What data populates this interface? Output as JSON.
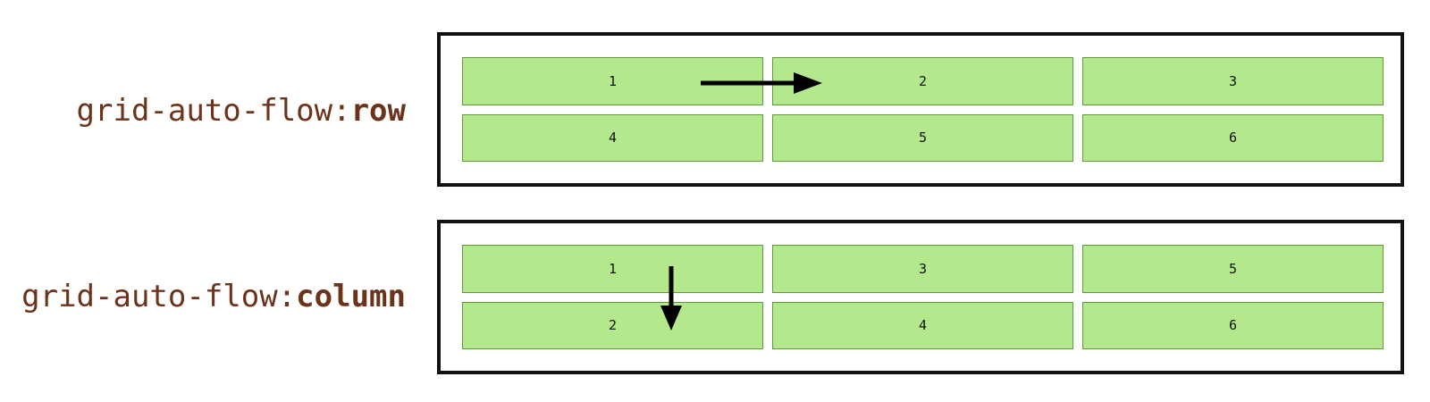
{
  "examples": [
    {
      "property": "grid-auto-flow:",
      "value": "row",
      "items": [
        "1",
        "2",
        "3",
        "4",
        "5",
        "6"
      ]
    },
    {
      "property": "grid-auto-flow:",
      "value": "column",
      "items": [
        "1",
        "2",
        "3",
        "4",
        "5",
        "6"
      ]
    }
  ],
  "colors": {
    "label_text": "#6b3319",
    "cell_fill": "#b3e88c",
    "cell_border": "#5f9a3c",
    "container_border": "#111111",
    "arrow": "#000000"
  },
  "icons": {
    "row_direction": "arrow-right-icon",
    "column_direction": "arrow-down-icon"
  }
}
